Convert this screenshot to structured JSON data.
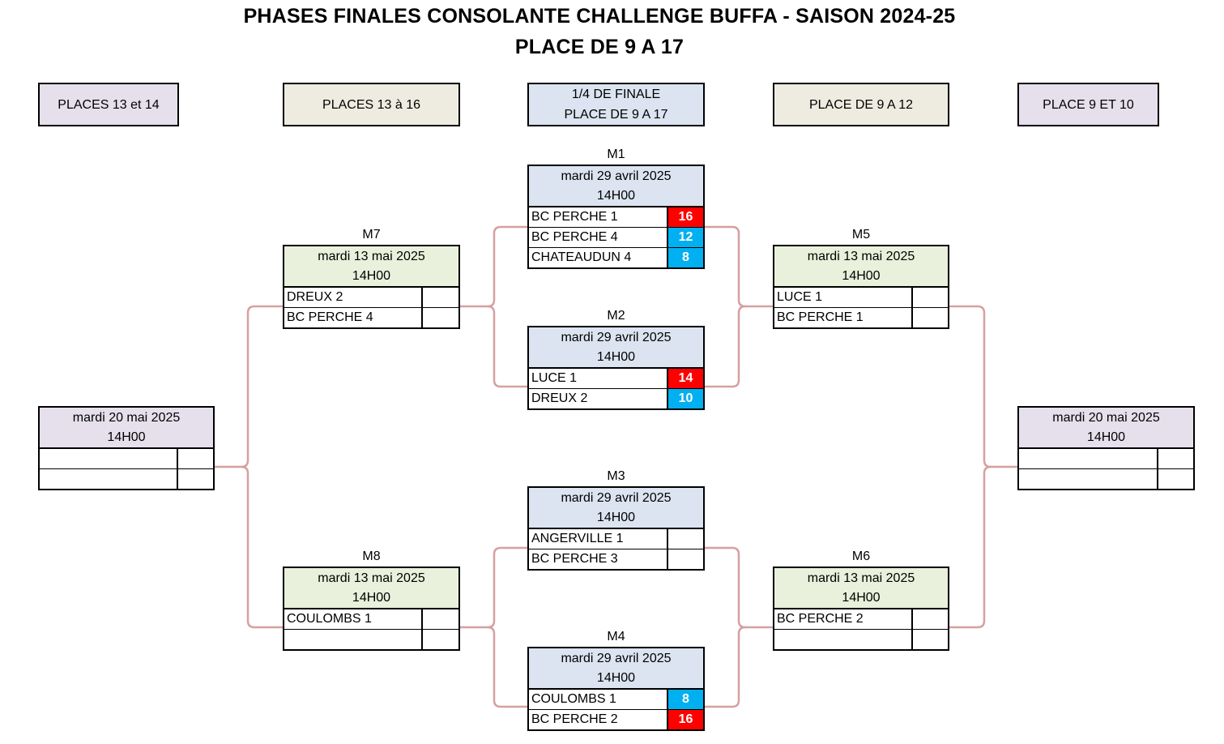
{
  "title": {
    "line1": "PHASES FINALES CONSOLANTE CHALLENGE BUFFA - SAISON 2024-25",
    "line2": "PLACE DE 9 A 17"
  },
  "headers": {
    "places_13_14": "PLACES 13 et 14",
    "places_13_16": "PLACES 13 à 16",
    "quarter_line1": "1/4 DE FINALE",
    "quarter_line2": "PLACE DE 9 A 17",
    "place_9_12": "PLACE DE 9 A 12",
    "place_9_10": "PLACE 9 ET 10"
  },
  "colors": {
    "win_score": "#ff0000",
    "lose_score": "#00b0f0",
    "connector": "#d6a0a0",
    "quarter_header_bg": "#dbe4f0",
    "semi_header_bg": "#e9f0db",
    "final_header_bg": "#e5e0ec",
    "consolation_header_bg": "#eeece1"
  },
  "matches": {
    "m1": {
      "label": "M1",
      "date": "mardi 29 avril 2025",
      "time": "14H00",
      "teams": [
        {
          "name": "BC PERCHE 1",
          "score": "16",
          "result": "win"
        },
        {
          "name": "BC PERCHE 4",
          "score": "12",
          "result": "lose"
        },
        {
          "name": "CHATEAUDUN 4",
          "score": "8",
          "result": "lose"
        }
      ]
    },
    "m2": {
      "label": "M2",
      "date": "mardi 29 avril 2025",
      "time": "14H00",
      "teams": [
        {
          "name": "LUCE 1",
          "score": "14",
          "result": "win"
        },
        {
          "name": "DREUX 2",
          "score": "10",
          "result": "lose"
        }
      ]
    },
    "m3": {
      "label": "M3",
      "date": "mardi 29 avril 2025",
      "time": "14H00",
      "teams": [
        {
          "name": "ANGERVILLE 1",
          "score": "",
          "result": ""
        },
        {
          "name": "BC PERCHE 3",
          "score": "",
          "result": ""
        }
      ]
    },
    "m4": {
      "label": "M4",
      "date": "mardi 29 avril 2025",
      "time": "14H00",
      "teams": [
        {
          "name": "COULOMBS 1",
          "score": "8",
          "result": "lose"
        },
        {
          "name": "BC PERCHE 2",
          "score": "16",
          "result": "win"
        }
      ]
    },
    "m5": {
      "label": "M5",
      "date": "mardi 13 mai 2025",
      "time": "14H00",
      "teams": [
        {
          "name": "LUCE 1",
          "score": "",
          "result": ""
        },
        {
          "name": "BC PERCHE 1",
          "score": "",
          "result": ""
        }
      ]
    },
    "m6": {
      "label": "M6",
      "date": "mardi 13 mai 2025",
      "time": "14H00",
      "teams": [
        {
          "name": "BC PERCHE 2",
          "score": "",
          "result": ""
        },
        {
          "name": "",
          "score": "",
          "result": ""
        }
      ]
    },
    "m7": {
      "label": "M7",
      "date": "mardi 13 mai 2025",
      "time": "14H00",
      "teams": [
        {
          "name": "DREUX 2",
          "score": "",
          "result": ""
        },
        {
          "name": "BC PERCHE 4",
          "score": "",
          "result": ""
        }
      ]
    },
    "m8": {
      "label": "M8",
      "date": "mardi 13 mai 2025",
      "time": "14H00",
      "teams": [
        {
          "name": "COULOMBS 1",
          "score": "",
          "result": ""
        },
        {
          "name": "",
          "score": "",
          "result": ""
        }
      ]
    },
    "final_13_14": {
      "label": "",
      "date": "mardi 20 mai 2025",
      "time": "14H00",
      "teams": [
        {
          "name": "",
          "score": "",
          "result": ""
        },
        {
          "name": "",
          "score": "",
          "result": ""
        }
      ]
    },
    "final_9_10": {
      "label": "",
      "date": "mardi 20 mai 2025",
      "time": "14H00",
      "teams": [
        {
          "name": "",
          "score": "",
          "result": ""
        },
        {
          "name": "",
          "score": "",
          "result": ""
        }
      ]
    }
  }
}
